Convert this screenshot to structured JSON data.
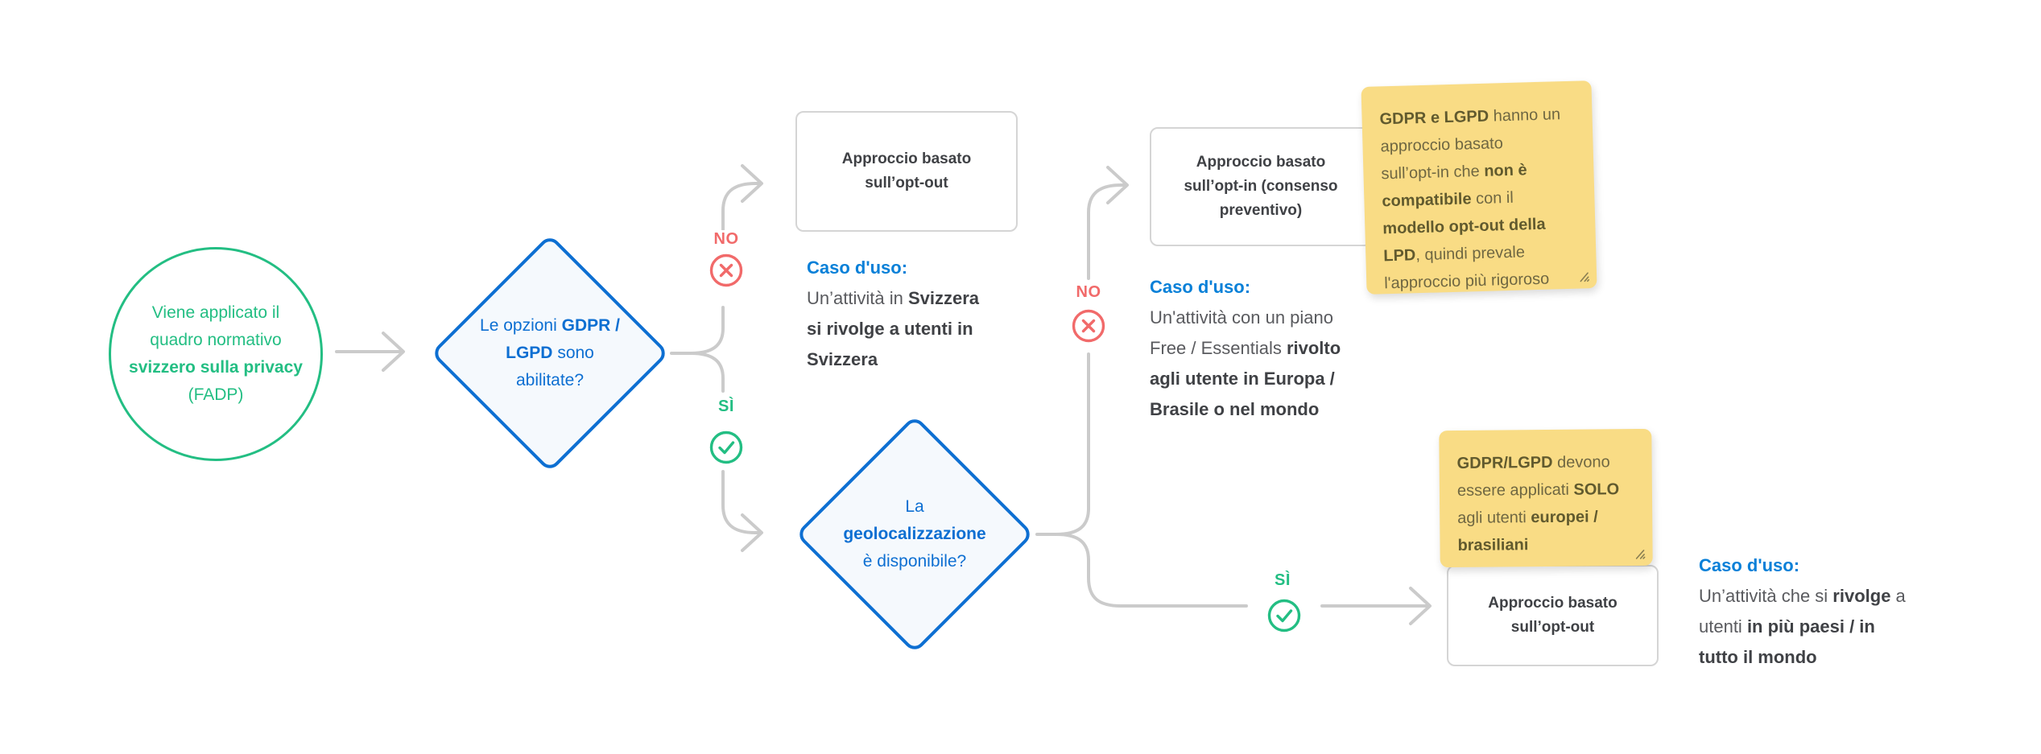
{
  "colors": {
    "green": "#23BE83",
    "blue": "#0D6FD2",
    "blue-label": "#0880D8",
    "red": "#F16A6A",
    "line": "#CBCBCB",
    "text-dark": "#3F4145",
    "text-gray": "#595A5E",
    "note-bg": "#F9DC85",
    "note-text": "#6F6742",
    "note-bold": "#615A2E",
    "node-border": "#D5D5D5",
    "bg": "#FFFFFF"
  },
  "labels": {
    "no": "NO",
    "yes": "SÌ",
    "caso": "Caso d'uso:"
  },
  "icons": {
    "no": "circled-cross",
    "yes": "circled-check",
    "resize": "diagonal-resize-grip",
    "arrow": "gray-chevron-arrow"
  },
  "start": {
    "segments": [
      {
        "t": "Viene applicato il\nquadro normativo\n"
      },
      {
        "t": "svizzero sulla privacy",
        "b": true
      },
      {
        "t": "\n(FADP)"
      }
    ]
  },
  "decision1": {
    "segments": [
      {
        "t": "Le opzioni "
      },
      {
        "t": "GDPR /\nLGPD",
        "b": true
      },
      {
        "t": " sono\nabilitate?"
      }
    ]
  },
  "decision2": {
    "segments": [
      {
        "t": "La\n"
      },
      {
        "t": "geolocalizzazione",
        "b": true
      },
      {
        "t": "\nè disponibile?"
      }
    ]
  },
  "outcome1": {
    "segments": [
      {
        "t": "Approccio basato\nsull’opt-out"
      }
    ]
  },
  "outcome2": {
    "segments": [
      {
        "t": "Approccio basato\nsull’opt-in (consenso\npreventivo)"
      }
    ]
  },
  "outcome3": {
    "segments": [
      {
        "t": "Approccio basato\nsull’opt-out"
      }
    ]
  },
  "caso1": {
    "segments": [
      {
        "t": "Un’attività in "
      },
      {
        "t": "Svizzera\nsi rivolge a utenti in\nSvizzera",
        "b": true
      }
    ]
  },
  "caso2": {
    "segments": [
      {
        "t": "Un'attività con un piano\nFree / Essentials "
      },
      {
        "t": "rivolto\nagli utente in Europa /\nBrasile o nel mondo",
        "b": true
      }
    ]
  },
  "caso3": {
    "segments": [
      {
        "t": "Un’attività che si "
      },
      {
        "t": "rivolge",
        "b": true
      },
      {
        "t": " a\nutenti "
      },
      {
        "t": "in più paesi / in\ntutto il mondo",
        "b": true
      }
    ]
  },
  "note1": {
    "segments": [
      {
        "t": "GDPR e LGPD",
        "b": true
      },
      {
        "t": " hanno un\napproccio basato\nsull’opt-in che "
      },
      {
        "t": "non è\ncompatibile",
        "b": true
      },
      {
        "t": " con il\n"
      },
      {
        "t": "modello opt-out della\nLPD",
        "b": true
      },
      {
        "t": ", quindi prevale\nl'approccio più rigoroso"
      }
    ]
  },
  "note2": {
    "segments": [
      {
        "t": "GDPR/LGPD",
        "b": true
      },
      {
        "t": " devono\nessere applicati "
      },
      {
        "t": "SOLO",
        "b": true
      },
      {
        "t": "\nagli utenti "
      },
      {
        "t": "europei /\nbrasiliani",
        "b": true
      }
    ]
  }
}
